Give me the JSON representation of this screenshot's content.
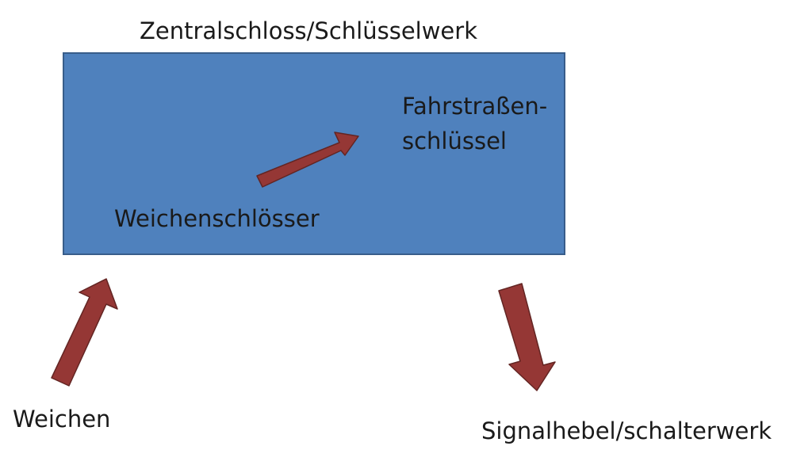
{
  "diagram": {
    "title": "Zentralschloss/Schlüsselwerk",
    "box": {
      "fill": "#4f81bd",
      "border": "#385d8a"
    },
    "inner_labels": {
      "fahrstrassen_line1": "Fahrstraßen-",
      "fahrstrassen_line2": "schlüssel",
      "weichenschloesser": "Weichenschlösser"
    },
    "outer_labels": {
      "weichen": "Weichen",
      "signalhebel": "Signalhebel/schalterwerk"
    },
    "arrow_color": "#953735",
    "arrow_border": "#632523"
  }
}
